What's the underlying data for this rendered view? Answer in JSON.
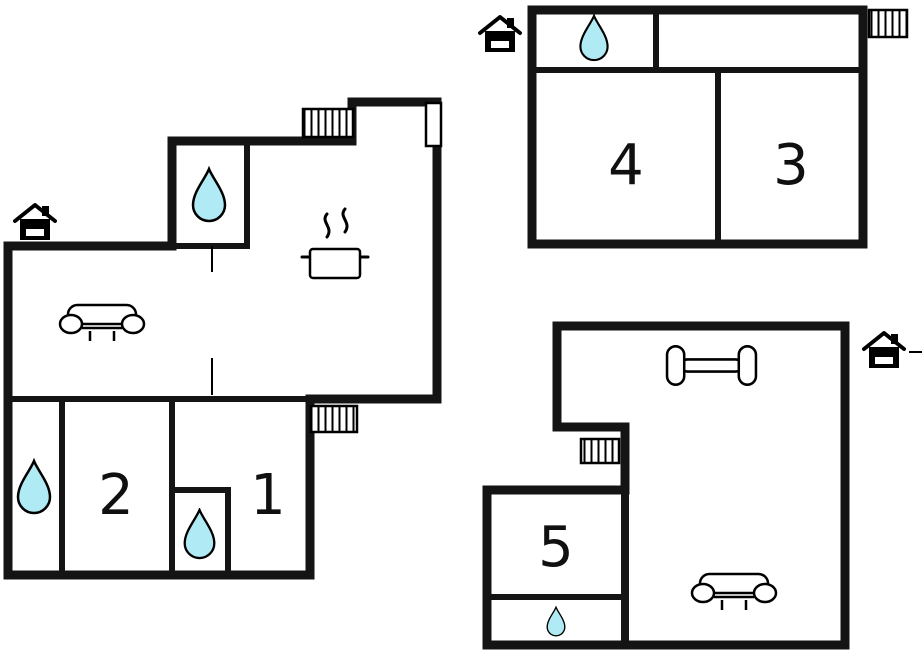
{
  "colors": {
    "background": "#ffffff",
    "wall": "#141414",
    "water": "#b0eaf4"
  },
  "rooms": {
    "room1": "1",
    "room2": "2",
    "room3": "3",
    "room4": "4",
    "room5": "5"
  },
  "icons": [
    "water-drop-icon",
    "sofa-icon",
    "stove-icon",
    "radiator-icon",
    "dumbbell-icon",
    "entrance-icon",
    "window-icon",
    "door-marker"
  ]
}
